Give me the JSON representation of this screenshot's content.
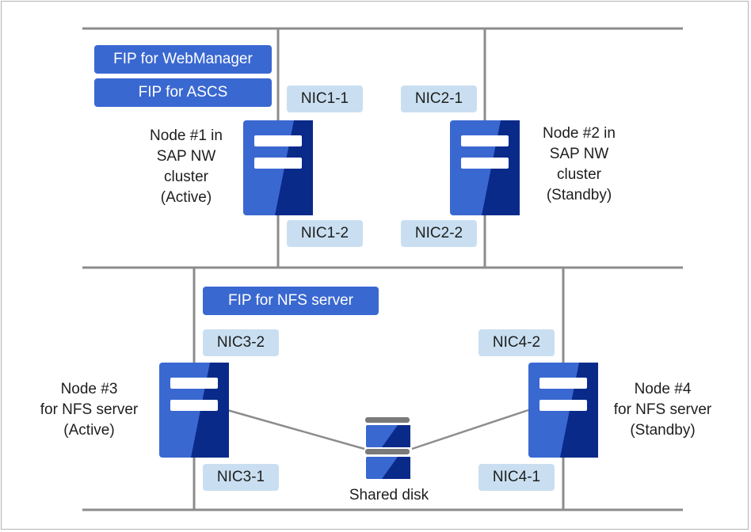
{
  "fips": {
    "webmanager": "FIP for WebManager",
    "ascs": "FIP for ASCS",
    "nfs": "FIP for NFS server"
  },
  "nics": {
    "nic1_1": "NIC1-1",
    "nic1_2": "NIC1-2",
    "nic2_1": "NIC2-1",
    "nic2_2": "NIC2-2",
    "nic3_1": "NIC3-1",
    "nic3_2": "NIC3-2",
    "nic4_1": "NIC4-1",
    "nic4_2": "NIC4-2"
  },
  "nodes": {
    "node1": [
      "Node #1 in",
      "SAP NW",
      "cluster",
      "(Active)"
    ],
    "node2": [
      "Node #2 in",
      "SAP NW",
      "cluster",
      "(Standby)"
    ],
    "node3": [
      "Node #3",
      "for NFS server",
      "(Active)"
    ],
    "node4": [
      "Node #4",
      "for NFS server",
      "(Standby)"
    ]
  },
  "shared_disk": "Shared disk",
  "colors": {
    "server_light": "#3a68d1",
    "server_dark": "#0a2a8a",
    "fip": "#3a68d1",
    "nic": "#c9dff1",
    "line": "#8c8c8c"
  }
}
